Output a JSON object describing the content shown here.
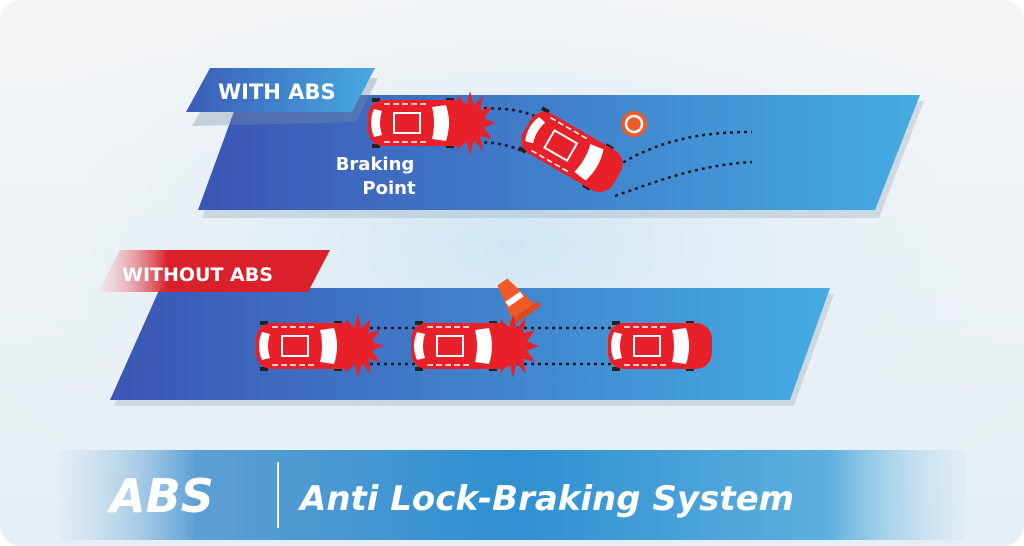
{
  "with_abs": {
    "label": "WITH ABS",
    "braking_point_line1": "Braking",
    "braking_point_line2": "Point"
  },
  "without_abs": {
    "label": "WITHOUT ABS"
  },
  "banner": {
    "abbr": "ABS",
    "title": "Anti Lock-Braking System"
  },
  "colors": {
    "road_dark": "#3b55b3",
    "road_light": "#45ace2",
    "car": "#e8202a",
    "label_red": "#d9202b",
    "cone": "#f05a28"
  }
}
